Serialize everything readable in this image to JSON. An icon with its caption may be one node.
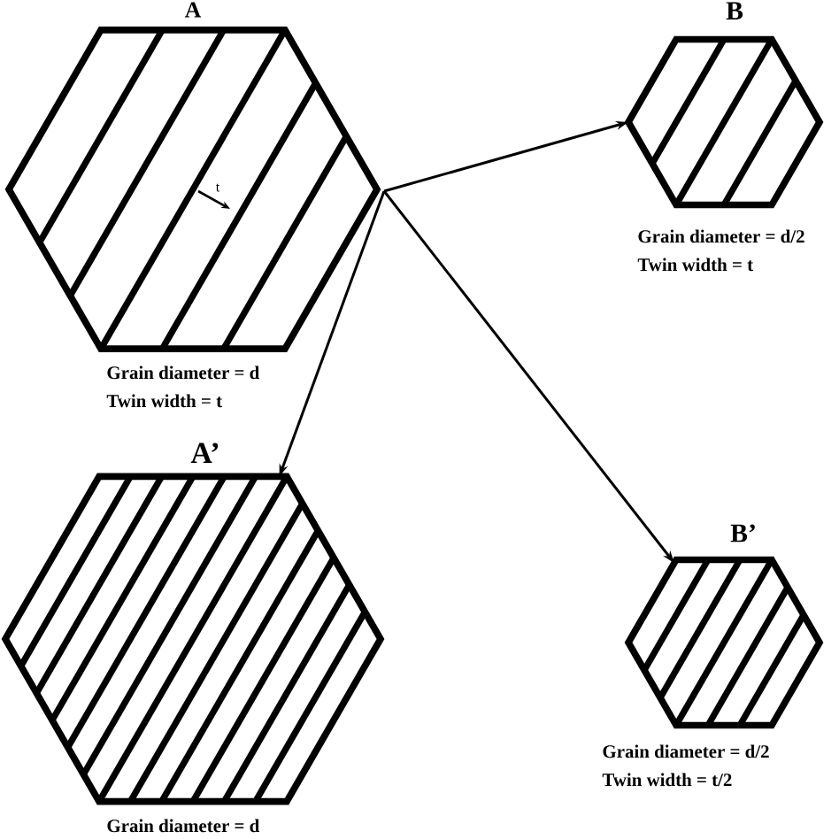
{
  "diagram": {
    "nodes": [
      {
        "text": [
          "A"
        ],
        "beside": [
          "Grain diameter = d",
          "Twin width = t"
        ]
      },
      {
        "text": [
          "B"
        ],
        "beside": [
          "Grain diameter = d/2",
          "Twin width = t"
        ]
      },
      {
        "text": [
          "A’"
        ],
        "beside": [
          "Grain diameter = d"
        ]
      },
      {
        "text": [
          "B’"
        ],
        "beside": [
          "Grain diameter = d/2",
          "Twin width = t/2"
        ]
      }
    ],
    "edges": [
      {
        "from": 0,
        "to": 1,
        "arrow": "to"
      },
      {
        "from": 0,
        "to": 2,
        "arrow": "to"
      },
      {
        "from": 0,
        "to": 3,
        "arrow": "to"
      }
    ],
    "labels": [
      "t"
    ]
  }
}
